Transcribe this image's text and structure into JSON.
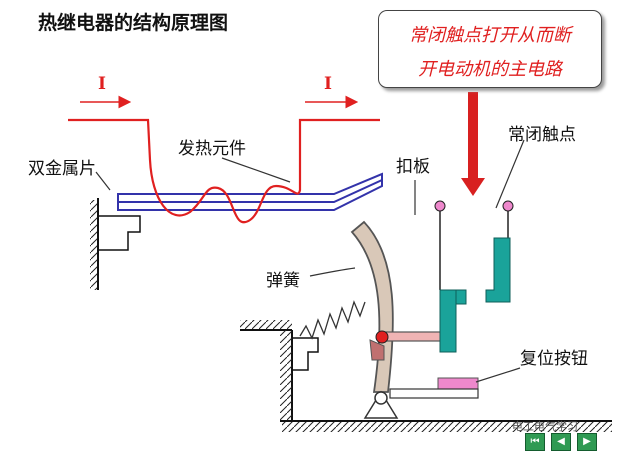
{
  "title": "热继电器的结构原理图",
  "callout": {
    "line1": "常闭触点打开从而断",
    "line2": "开电动机的主电路"
  },
  "current_label": "I",
  "labels": {
    "bimetal": "双金属片",
    "heater": "发热元件",
    "lever": "扣板",
    "contact": "常闭触点",
    "spring": "弹簧",
    "reset": "复位按钮"
  },
  "watermark": "电工电气学习",
  "nav": {
    "first": "⏮",
    "prev": "◀",
    "next": "▶"
  },
  "colors": {
    "heater_wire": "#e02020",
    "bimetal": "#3333aa",
    "contact_body": "#1aa39a",
    "reset_button": "#ee88cc",
    "lever": "#d9c8b8",
    "link_bar": "#f0b4b4"
  }
}
